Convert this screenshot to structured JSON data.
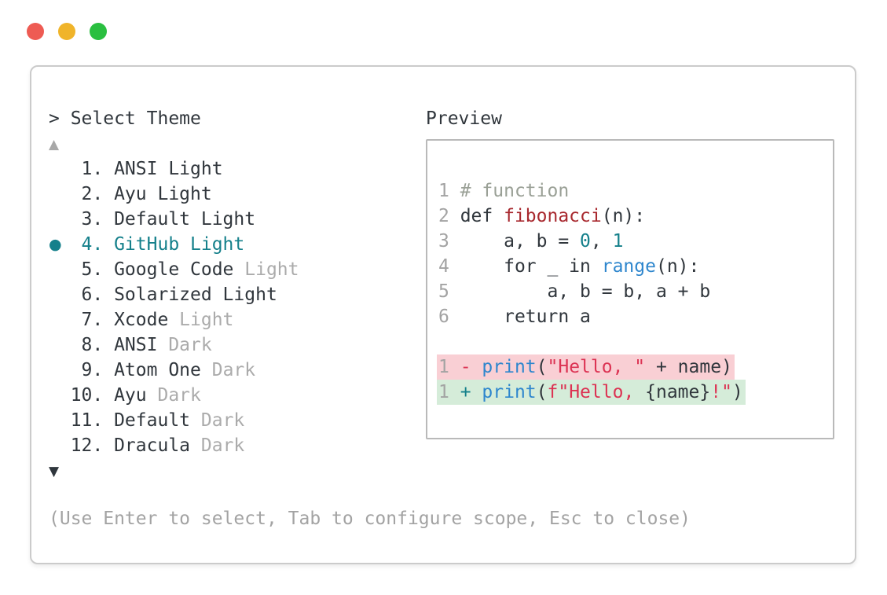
{
  "colors": {
    "accent_teal": "#15808B",
    "text_dark": "#30363C",
    "text_muted": "#A8A8A8",
    "comment_gray": "#9AA096",
    "function_red": "#A8292F",
    "string_red": "#DC3353",
    "builtin_blue": "#2E86CD",
    "diff_removed_bg": "#F9CFD4",
    "diff_added_bg": "#D5ECD9",
    "traffic_red": "#EE5B53",
    "traffic_yellow": "#F0B42A",
    "traffic_green": "#2ABF40"
  },
  "theme_picker": {
    "prompt": "> Select Theme",
    "scroll_up_indicator": "▲",
    "scroll_down_indicator": "▼",
    "selection_marker": "●",
    "items": [
      {
        "main": "   1. ANSI Light",
        "dim": ""
      },
      {
        "main": "   2. Ayu Light",
        "dim": ""
      },
      {
        "main": "   3. Default Light",
        "dim": ""
      },
      {
        "main": "   4. GitHub Light",
        "dim": "",
        "selected": true
      },
      {
        "main": "   5. Google Code ",
        "dim": "Light"
      },
      {
        "main": "   6. Solarized Light",
        "dim": ""
      },
      {
        "main": "   7. Xcode ",
        "dim": "Light"
      },
      {
        "main": "   8. ANSI ",
        "dim": "Dark"
      },
      {
        "main": "   9. Atom One ",
        "dim": "Dark"
      },
      {
        "main": "  10. Ayu ",
        "dim": "Dark"
      },
      {
        "main": "  11. Default ",
        "dim": "Dark"
      },
      {
        "main": "  12. Dracula ",
        "dim": "Dark"
      }
    ],
    "footer_hint": "(Use Enter to select, Tab to configure scope, Esc to close)"
  },
  "preview": {
    "label": "Preview",
    "code": [
      [
        {
          "t": "1 ",
          "c": "ln"
        },
        {
          "t": "# function",
          "c": "comment"
        }
      ],
      [
        {
          "t": "2 ",
          "c": "ln"
        },
        {
          "t": "def ",
          "c": "fg"
        },
        {
          "t": "fibonacci",
          "c": "func"
        },
        {
          "t": "(n):",
          "c": "fg"
        }
      ],
      [
        {
          "t": "3 ",
          "c": "ln"
        },
        {
          "t": "    a, b = ",
          "c": "fg"
        },
        {
          "t": "0",
          "c": "number"
        },
        {
          "t": ", ",
          "c": "fg"
        },
        {
          "t": "1",
          "c": "number"
        }
      ],
      [
        {
          "t": "4 ",
          "c": "ln"
        },
        {
          "t": "    for _ in ",
          "c": "fg"
        },
        {
          "t": "range",
          "c": "blue"
        },
        {
          "t": "(n):",
          "c": "fg"
        }
      ],
      [
        {
          "t": "5 ",
          "c": "ln"
        },
        {
          "t": "        a, b = b, a + b",
          "c": "fg"
        }
      ],
      [
        {
          "t": "6 ",
          "c": "ln"
        },
        {
          "t": "    return a",
          "c": "fg"
        }
      ]
    ],
    "diff_removed": [
      {
        "t": "1 ",
        "c": "ln"
      },
      {
        "t": "- ",
        "c": "string"
      },
      {
        "t": "print",
        "c": "blue"
      },
      {
        "t": "(",
        "c": "fg"
      },
      {
        "t": "\"Hello, \"",
        "c": "string"
      },
      {
        "t": " + name)",
        "c": "fg"
      }
    ],
    "diff_added": [
      {
        "t": "1 ",
        "c": "ln"
      },
      {
        "t": "+ ",
        "c": "number"
      },
      {
        "t": "print",
        "c": "blue"
      },
      {
        "t": "(",
        "c": "fg"
      },
      {
        "t": "f\"Hello, ",
        "c": "string"
      },
      {
        "t": "{name}",
        "c": "fg"
      },
      {
        "t": "!\"",
        "c": "string"
      },
      {
        "t": ")",
        "c": "fg"
      }
    ]
  }
}
